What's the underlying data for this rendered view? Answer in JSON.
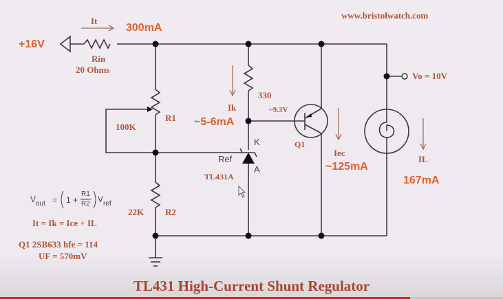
{
  "watermark": "www.bristolwatch.com",
  "title": "TL431 High-Current Shunt Regulator",
  "supply": {
    "label": "+16V"
  },
  "input_resistor": {
    "name": "Rin",
    "value": "20 Ohms"
  },
  "total_current": {
    "label": "It",
    "value": "300mA"
  },
  "r1": {
    "name": "R1",
    "value": "100K"
  },
  "r2": {
    "name": "R2",
    "value": "22K"
  },
  "r330": {
    "value": "330"
  },
  "ik": {
    "label": "Ik",
    "value": "~5-6mA"
  },
  "base_voltage": "~9.3V",
  "q1": {
    "name": "Q1"
  },
  "iec": {
    "label": "Iec",
    "value": "~125mA"
  },
  "il": {
    "label": "IL",
    "value": "167mA"
  },
  "output": {
    "label": "Vo = 10V"
  },
  "tl431": {
    "name": "TL431A",
    "pin_k": "K",
    "pin_a": "A",
    "pin_ref": "Ref"
  },
  "formulas": {
    "vout_left": "V",
    "vout_sub": "out",
    "eq": "=",
    "one_plus": "1 +",
    "frac_num": "R1",
    "frac_den": "R2",
    "vref": "V",
    "vref_sub": "ref",
    "current_eq": "It = Ik = Ice + IL",
    "q1_spec": "Q1 2SB633 hfe = 114",
    "uf_spec": "UF = 570mV"
  },
  "video_progress": 0.815,
  "colors": {
    "accent_text": "#b0553a",
    "bright_text": "#e0602e",
    "progress": "#e02020"
  }
}
